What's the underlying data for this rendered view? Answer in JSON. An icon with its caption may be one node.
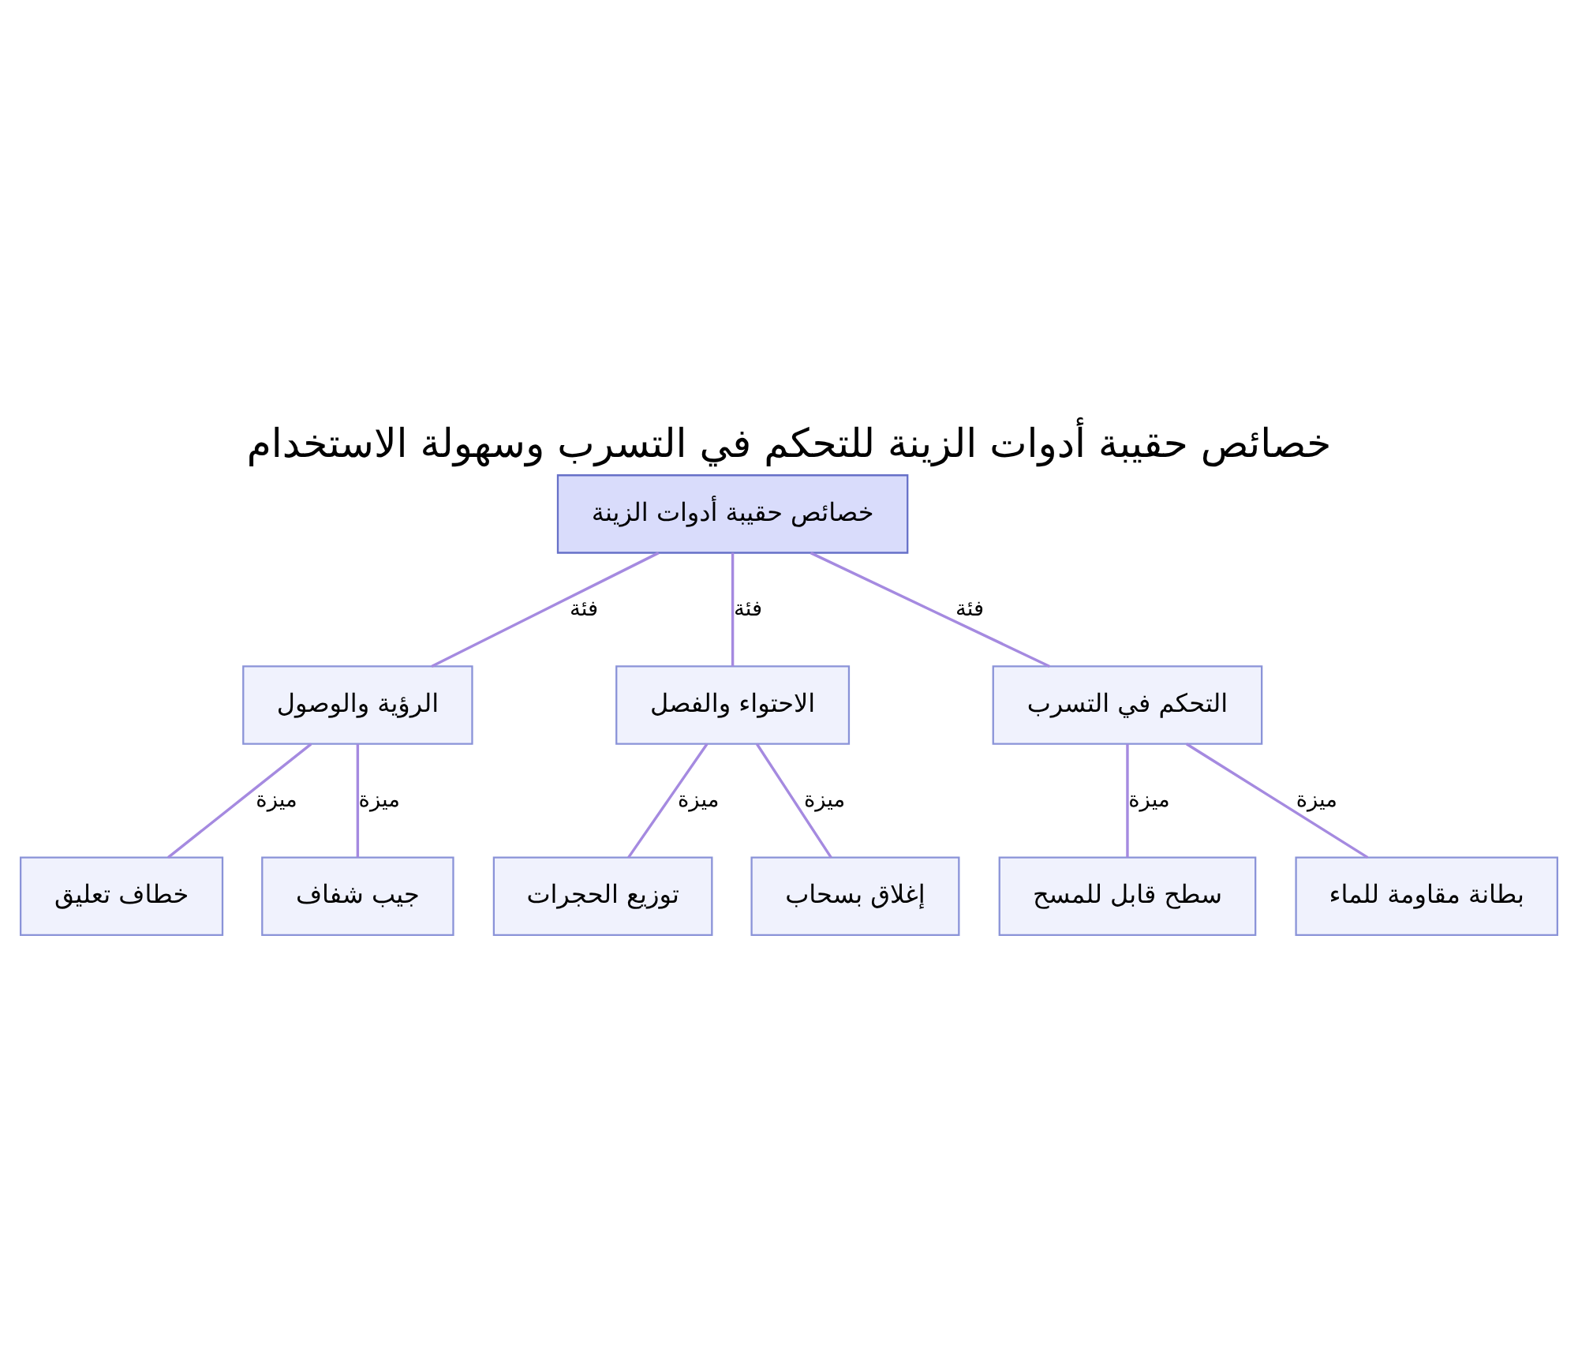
{
  "diagram": {
    "title": "خصائص حقيبة أدوات الزينة للتحكم في التسرب وسهولة الاستخدام",
    "nodes": [
      {
        "text": [
          "خصائص حقيبة أدوات الزينة"
        ]
      },
      {
        "text": [
          "الرؤية والوصول"
        ]
      },
      {
        "text": [
          "الاحتواء والفصل"
        ]
      },
      {
        "text": [
          "التحكم في التسرب"
        ]
      },
      {
        "text": [
          "خطاف تعليق"
        ]
      },
      {
        "text": [
          "جيب شفاف"
        ]
      },
      {
        "text": [
          "توزيع الحجرات"
        ]
      },
      {
        "text": [
          "إغلاق بسحاب"
        ]
      },
      {
        "text": [
          "سطح قابل للمسح"
        ]
      },
      {
        "text": [
          "بطانة مقاومة للماء"
        ]
      }
    ],
    "edges": [
      {
        "from": 0,
        "to": 1,
        "arrow": "none",
        "label": "فئة"
      },
      {
        "from": 0,
        "to": 2,
        "arrow": "none",
        "label": "فئة"
      },
      {
        "from": 0,
        "to": 3,
        "arrow": "none",
        "label": "فئة"
      },
      {
        "from": 1,
        "to": 4,
        "arrow": "none",
        "label": "ميزة"
      },
      {
        "from": 1,
        "to": 5,
        "arrow": "none",
        "label": "ميزة"
      },
      {
        "from": 2,
        "to": 6,
        "arrow": "none",
        "label": "ميزة"
      },
      {
        "from": 2,
        "to": 7,
        "arrow": "none",
        "label": "ميزة"
      },
      {
        "from": 3,
        "to": 8,
        "arrow": "none",
        "label": "ميزة"
      },
      {
        "from": 3,
        "to": 9,
        "arrow": "none",
        "label": "ميزة"
      }
    ]
  }
}
